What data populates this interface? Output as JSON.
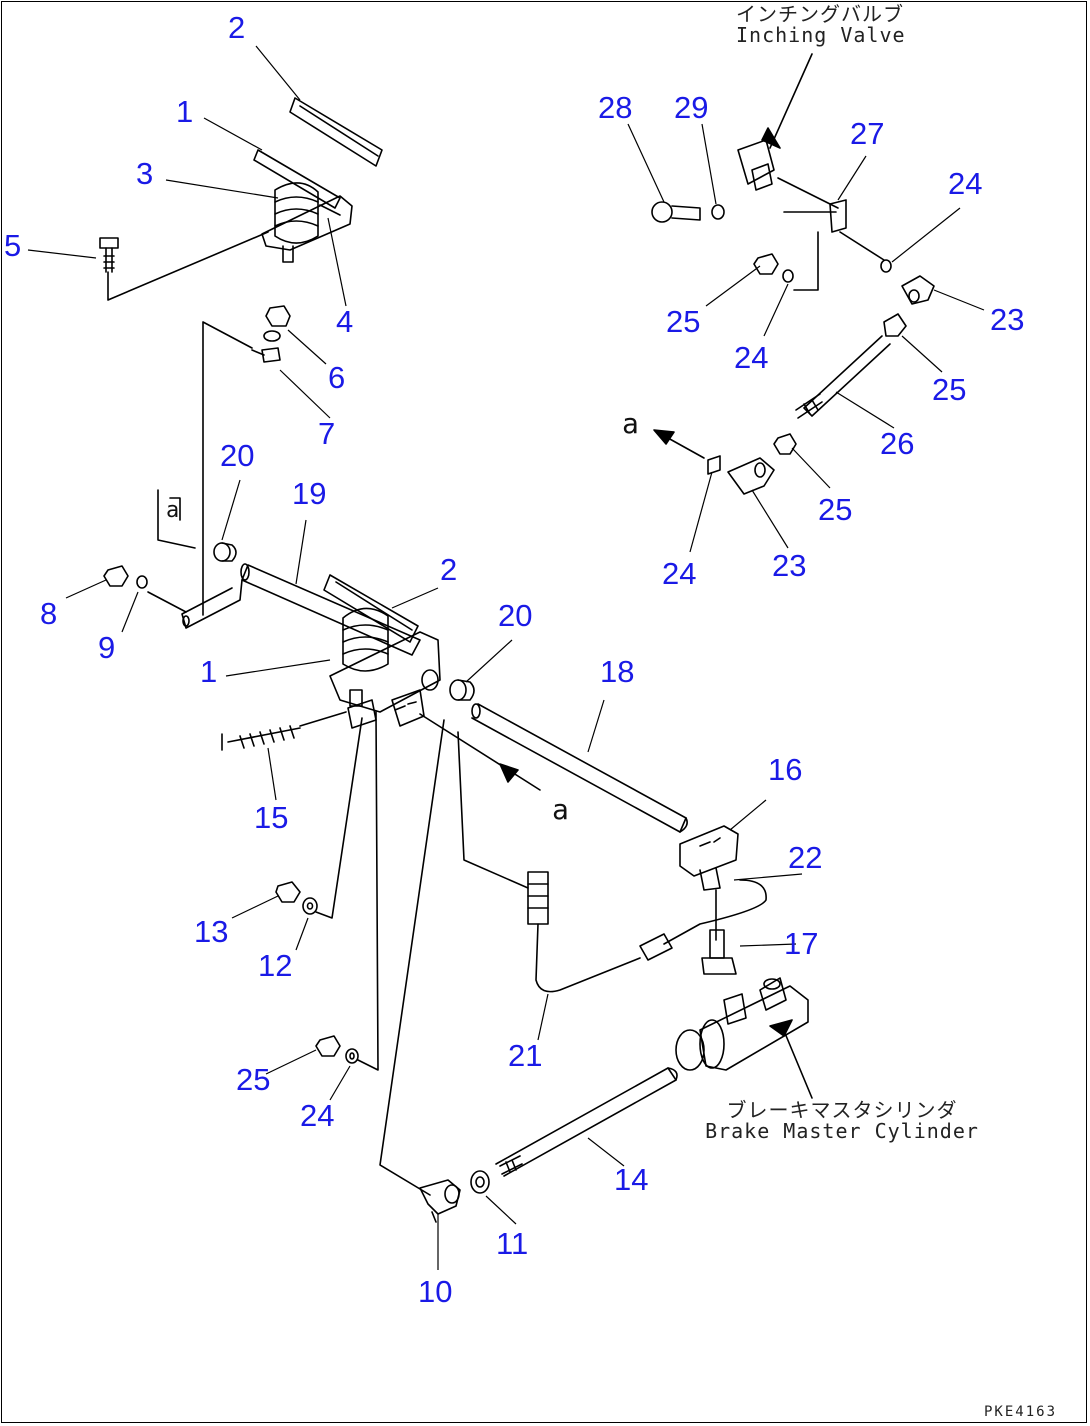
{
  "callouts": [
    {
      "id": "c2a",
      "text": "2"
    },
    {
      "id": "c1a",
      "text": "1"
    },
    {
      "id": "c3",
      "text": "3"
    },
    {
      "id": "c5",
      "text": "5"
    },
    {
      "id": "c4",
      "text": "4"
    },
    {
      "id": "c6",
      "text": "6"
    },
    {
      "id": "c7",
      "text": "7"
    },
    {
      "id": "c20a",
      "text": "20"
    },
    {
      "id": "c19",
      "text": "19"
    },
    {
      "id": "c2b",
      "text": "2"
    },
    {
      "id": "c8",
      "text": "8"
    },
    {
      "id": "c9",
      "text": "9"
    },
    {
      "id": "c1b",
      "text": "1"
    },
    {
      "id": "c20b",
      "text": "20"
    },
    {
      "id": "c18",
      "text": "18"
    },
    {
      "id": "c15",
      "text": "15"
    },
    {
      "id": "c16",
      "text": "16"
    },
    {
      "id": "c22",
      "text": "22"
    },
    {
      "id": "c13",
      "text": "13"
    },
    {
      "id": "c12",
      "text": "12"
    },
    {
      "id": "c17",
      "text": "17"
    },
    {
      "id": "c21",
      "text": "21"
    },
    {
      "id": "c25a",
      "text": "25"
    },
    {
      "id": "c24a",
      "text": "24"
    },
    {
      "id": "c14",
      "text": "14"
    },
    {
      "id": "c11",
      "text": "11"
    },
    {
      "id": "c10",
      "text": "10"
    },
    {
      "id": "c28",
      "text": "28"
    },
    {
      "id": "c29",
      "text": "29"
    },
    {
      "id": "c27",
      "text": "27"
    },
    {
      "id": "c24b",
      "text": "24"
    },
    {
      "id": "c25b",
      "text": "25"
    },
    {
      "id": "c24c",
      "text": "24"
    },
    {
      "id": "c23a",
      "text": "23"
    },
    {
      "id": "c25c",
      "text": "25"
    },
    {
      "id": "c26",
      "text": "26"
    },
    {
      "id": "c25d",
      "text": "25"
    },
    {
      "id": "c24d",
      "text": "24"
    },
    {
      "id": "c23b",
      "text": "23"
    }
  ],
  "captions": {
    "inching_jp": "インチングバルブ",
    "inching_en": "Inching Valve",
    "brake_jp": "ブレーキマスタシリンダ",
    "brake_en": "Brake Master Cylinder"
  },
  "markers": {
    "a_upper": "a",
    "a_lower": "a",
    "a_box": "a"
  },
  "drawing_code": "PKE4163"
}
